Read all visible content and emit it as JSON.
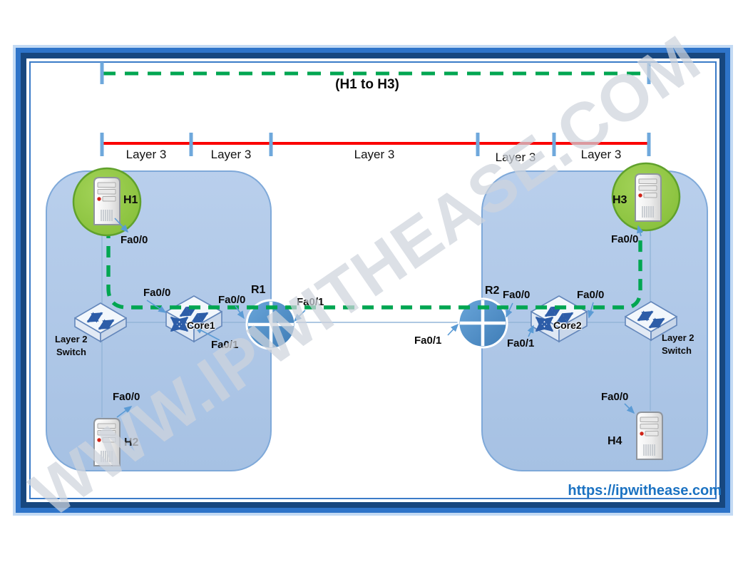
{
  "note": "(H1 to H3)",
  "segments": [
    "Layer 3",
    "Layer 3",
    "Layer 3",
    "Layer 3",
    "Layer 3"
  ],
  "devices": {
    "h1": "H1",
    "h2": "H2",
    "h3": "H3",
    "h4": "H4",
    "r1": "R1",
    "r2": "R2",
    "core1": "Core1",
    "core2": "Core2"
  },
  "switch_left": {
    "line1": "Layer 2",
    "line2": "Switch"
  },
  "switch_right": {
    "line1": "Layer 2",
    "line2": "Switch"
  },
  "ifaces": {
    "h1": "Fa0/0",
    "h2": "Fa0/0",
    "h3": "Fa0/0",
    "h4": "Fa0/0",
    "core1_fa00": "Fa0/0",
    "core1_fa01": "Fa0/1",
    "r1_fa00": "Fa0/0",
    "r1_fa01": "Fa0/1",
    "r2_fa01": "Fa0/1",
    "r2_fa00": "Fa0/0",
    "core2_fa01": "Fa0/1",
    "core2_fa00": "Fa0/0"
  },
  "watermark": "WWW.IPWITHEASE.COM",
  "footer_url": "https://ipwithease.com",
  "colors": {
    "path_green": "#00a651",
    "measure_red": "#fb0000",
    "tick_blue": "#6fa8dc",
    "zone_fill": "#aec6e8",
    "zone_border": "#7fa9d9",
    "router_blue": "#4a8cc4",
    "host_green": "#8cc63e",
    "url_blue": "#1b72c2",
    "frame_blue": "#2e74c9"
  }
}
